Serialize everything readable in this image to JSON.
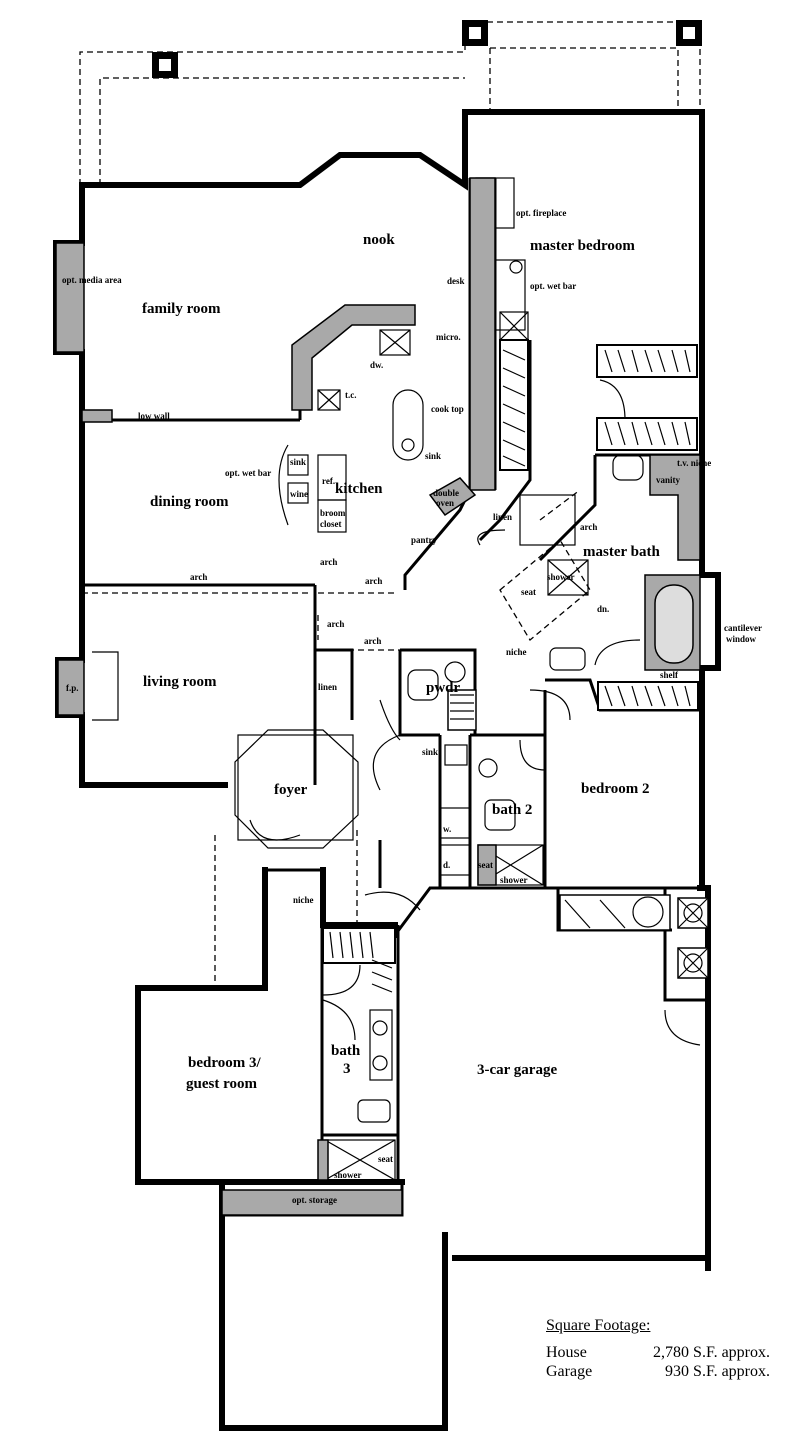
{
  "rooms": {
    "nook": "nook",
    "master_bedroom": "master bedroom",
    "family_room": "family room",
    "kitchen": "kitchen",
    "dining_room": "dining room",
    "master_bath": "master bath",
    "living_room": "living room",
    "foyer": "foyer",
    "bedroom2": "bedroom 2",
    "bath2": "bath 2",
    "pwdr": "pwdr",
    "bedroom3_line1": "bedroom 3/",
    "bedroom3_line2": "guest room",
    "bath3_line1": "bath",
    "bath3_line2": "3",
    "garage": "3-car garage"
  },
  "labels": {
    "opt_media": "opt. media area",
    "opt_fireplace": "opt. fireplace",
    "opt_wet_bar_master": "opt. wet bar",
    "desk": "desk",
    "micro": "micro.",
    "cook_top": "cook top",
    "dw": "dw.",
    "tc": "t.c.",
    "sink_kitchen": "sink",
    "low_wall": "low wall",
    "opt_wet_bar_dining": "opt. wet bar",
    "sink_bar": "sink",
    "wine": "wine",
    "ref": "ref.",
    "broom_closet_1": "broom",
    "broom_closet_2": "closet",
    "double_oven_1": "double",
    "double_oven_2": "oven",
    "pantry": "pantry",
    "linen_hall": "linen",
    "arch_master": "arch",
    "shower_master": "shower",
    "seat_master": "seat",
    "dn": "dn.",
    "tv_niche": "t.v. niche",
    "vanity": "vanity",
    "cantilever_1": "cantilever",
    "cantilever_2": "window",
    "shelf": "shelf",
    "arch_dining": "arch",
    "arch_kitchen1": "arch",
    "arch_kitchen2": "arch",
    "arch_hall": "arch",
    "arch_hall2": "arch",
    "niche_hall": "niche",
    "fp": "f.p.",
    "linen_living": "linen",
    "sink_laundry": "sink",
    "w": "w.",
    "d": "d.",
    "seat_bath2": "seat",
    "shower_bath2": "shower",
    "niche_foyer": "niche",
    "shower_bath3": "shower",
    "seat_bath3": "seat",
    "opt_storage": "opt. storage"
  },
  "square_footage": {
    "heading": "Square Footage:",
    "rows": [
      {
        "name": "House",
        "value": "2,780 S.F. approx."
      },
      {
        "name": "Garage",
        "value": "930 S.F. approx."
      }
    ]
  }
}
